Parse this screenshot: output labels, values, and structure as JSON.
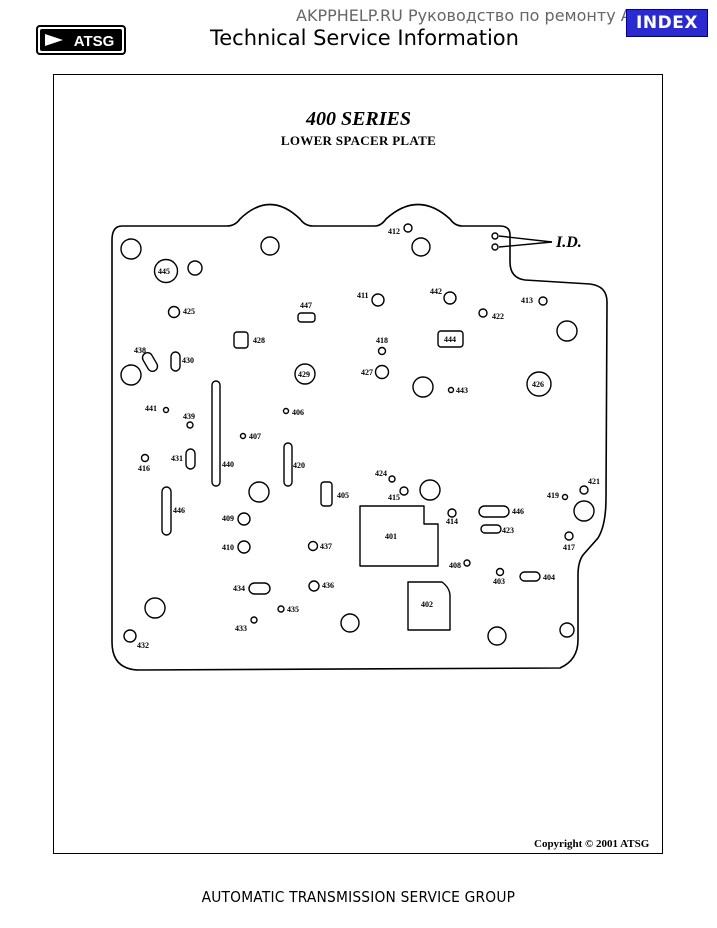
{
  "header": {
    "watermark": "AKPPHELP.RU Руководство по ремонту АКПП",
    "index_button": "INDEX",
    "logo_text": "ATSG",
    "page_title": "Technical Service Information"
  },
  "diagram": {
    "title": "400 SERIES",
    "subtitle": "LOWER SPACER PLATE",
    "id_label": "I.D.",
    "hole_labels": {
      "412": "412",
      "445": "445",
      "425": "425",
      "447": "447",
      "411": "411",
      "442": "442",
      "422": "422",
      "413": "413",
      "438": "438",
      "430": "430",
      "428": "428",
      "418": "418",
      "444": "444",
      "427": "427",
      "429": "429",
      "443": "443",
      "426": "426",
      "441": "441",
      "439": "439",
      "406": "406",
      "407": "407",
      "416": "416",
      "431": "431",
      "440": "440",
      "420": "420",
      "424": "424",
      "421": "421",
      "415": "415",
      "405": "405",
      "419": "419",
      "446a": "446",
      "446b": "446",
      "409": "409",
      "414": "414",
      "401": "401",
      "423": "423",
      "410": "410",
      "437": "437",
      "417": "417",
      "408": "408",
      "403": "403",
      "404": "404",
      "434": "434",
      "436": "436",
      "435": "435",
      "402": "402",
      "433": "433",
      "432": "432"
    }
  },
  "copyright": "Copyright © 2001 ATSG",
  "footer": "AUTOMATIC TRANSMISSION SERVICE GROUP"
}
